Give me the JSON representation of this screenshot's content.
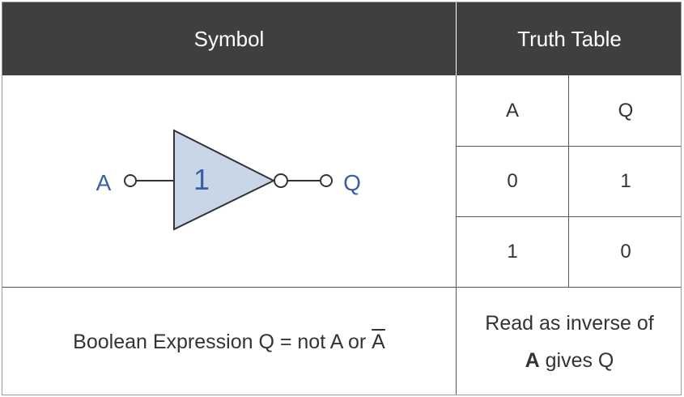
{
  "header": {
    "symbol": "Symbol",
    "truth_table": "Truth Table"
  },
  "symbol": {
    "input_label": "A",
    "output_label": "Q",
    "gate_label": "1"
  },
  "truth_table": {
    "columns": [
      "A",
      "Q"
    ],
    "rows": [
      [
        "0",
        "1"
      ],
      [
        "1",
        "0"
      ]
    ]
  },
  "expression": {
    "prefix": "Boolean Expression Q = not A or ",
    "overlined": "A"
  },
  "reading": {
    "line1": "Read as inverse of",
    "bold": "A",
    "rest": " gives Q"
  },
  "colors": {
    "header_bg": "#3f3f3f",
    "gate_fill": "#c9d6e8",
    "label_blue": "#3a5fa8"
  }
}
